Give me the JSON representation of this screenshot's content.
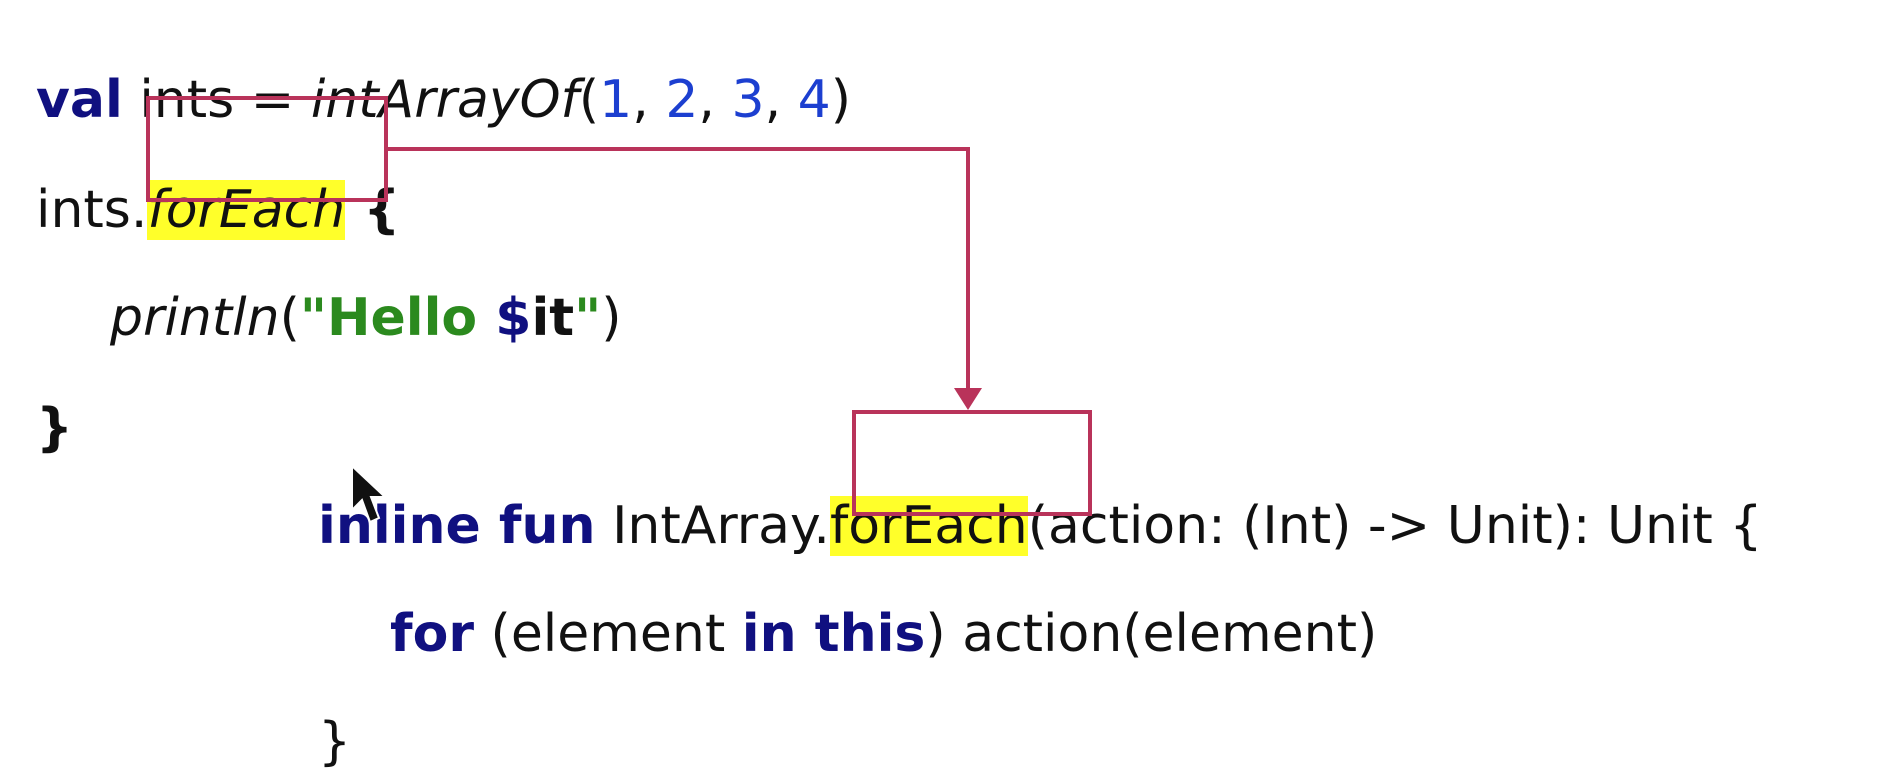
{
  "code_snippet": {
    "line1": {
      "kw_val": "val",
      "ident": " ints = ",
      "fn_name": "intArrayOf",
      "open": "(",
      "n1": "1",
      "sep1": ", ",
      "n2": "2",
      "sep2": ", ",
      "n3": "3",
      "sep3": ", ",
      "n4": "4",
      "close": ")"
    },
    "line2": {
      "recv": "ints.",
      "fn_name": "forEach",
      "brace": " {"
    },
    "line3": {
      "fn_name": "println",
      "open": "(",
      "str_part": "\"Hello ",
      "dollar": "$",
      "var": "it",
      "str_end": "\"",
      "close": ")"
    },
    "line4": {
      "brace": "}"
    }
  },
  "definition_snippet": {
    "line1": {
      "kw_inline_fun": "inline fun",
      "type": " IntArray.",
      "fn_name": "forEach",
      "rest": "(action: (Int) -> Unit): Unit {"
    },
    "line2": {
      "kw_for": "for",
      "open": " (element ",
      "kw_in_this": "in this",
      "rest": ") action(element)"
    },
    "line3": {
      "brace": "}"
    }
  },
  "colors": {
    "keyword": "#101080",
    "number": "#1c3fd0",
    "string": "#2b8a1e",
    "highlight": "#ffff2a",
    "annotation": "#b9335a"
  },
  "icons": {
    "cursor": "mouse-pointer-icon",
    "arrow": "arrow-down-icon"
  }
}
